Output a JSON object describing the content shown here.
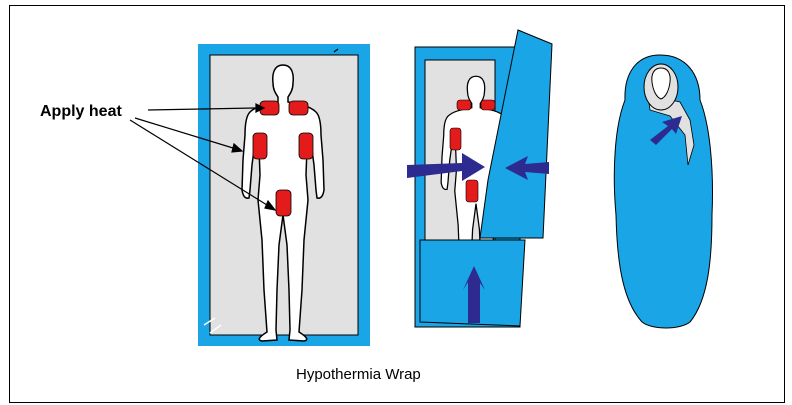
{
  "annotation": {
    "apply_heat_label": "Apply heat"
  },
  "caption": "Hypothermia Wrap",
  "colors": {
    "blanket_blue": "#19a5e6",
    "inner_gray": "#e1e1e1",
    "heat_pad_red": "#e31b1b",
    "arrow_navy": "#2d2b8f",
    "outline": "#000000"
  },
  "icons": [
    "body-outline",
    "heat-pad",
    "arrow",
    "sleeping-bag-wrap"
  ]
}
